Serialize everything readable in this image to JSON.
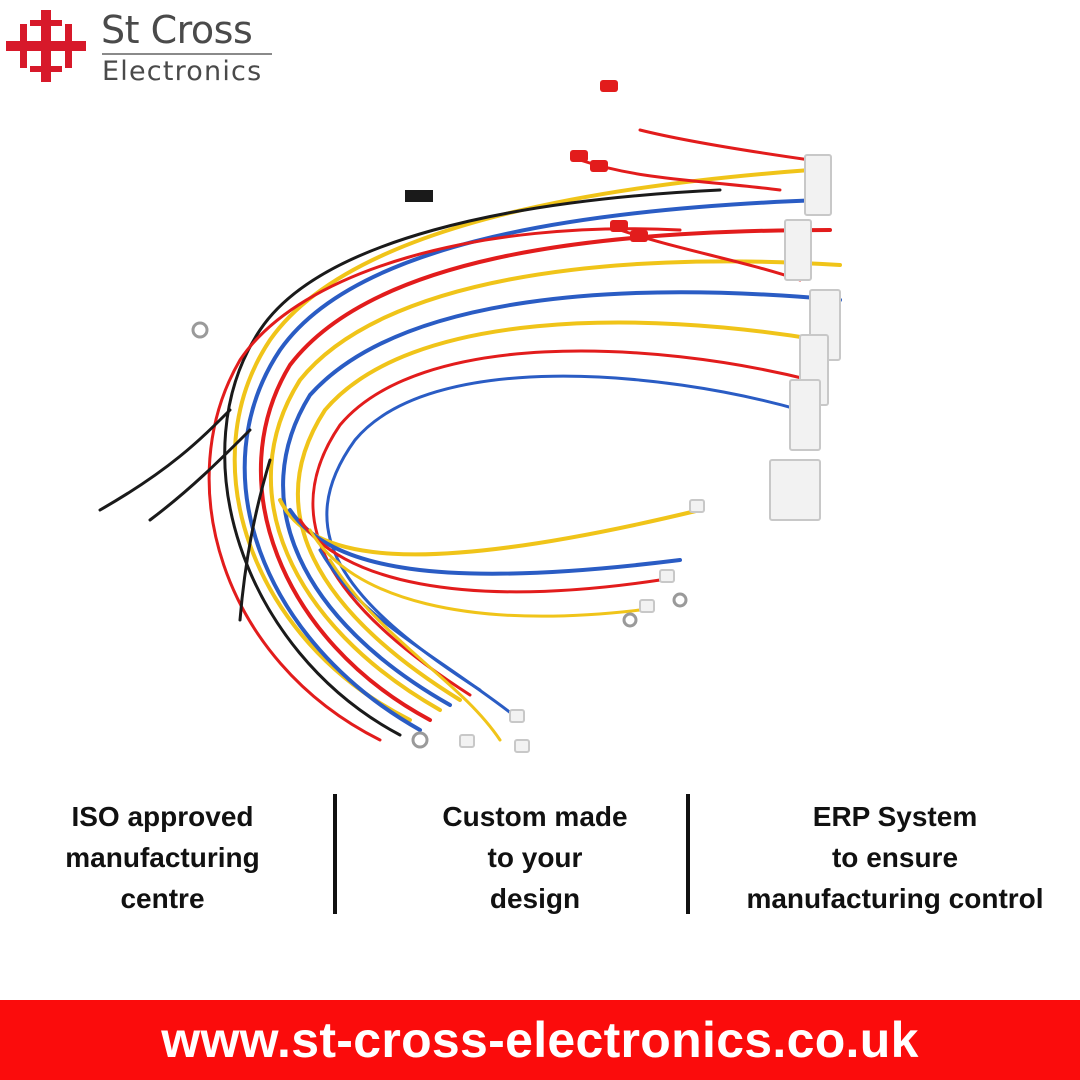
{
  "brand": {
    "name": "St Cross",
    "sub": "Electronics",
    "mark_color": "#d7192a",
    "text_color": "#4a4a4a"
  },
  "features": [
    {
      "lines": [
        "ISO approved",
        "manufacturing",
        "centre"
      ]
    },
    {
      "lines": [
        "Custom made",
        "to your",
        "design"
      ]
    },
    {
      "lines": [
        "ERP System",
        "to ensure",
        "manufacturing control"
      ]
    }
  ],
  "banner": {
    "url": "www.st-cross-electronics.co.uk",
    "color": "#fb0c0c"
  },
  "product": {
    "icon": "wire-harness-image",
    "wire_colors": [
      "#e21c1c",
      "#f0c419",
      "#2a5cc4",
      "#1a1a1a"
    ]
  }
}
